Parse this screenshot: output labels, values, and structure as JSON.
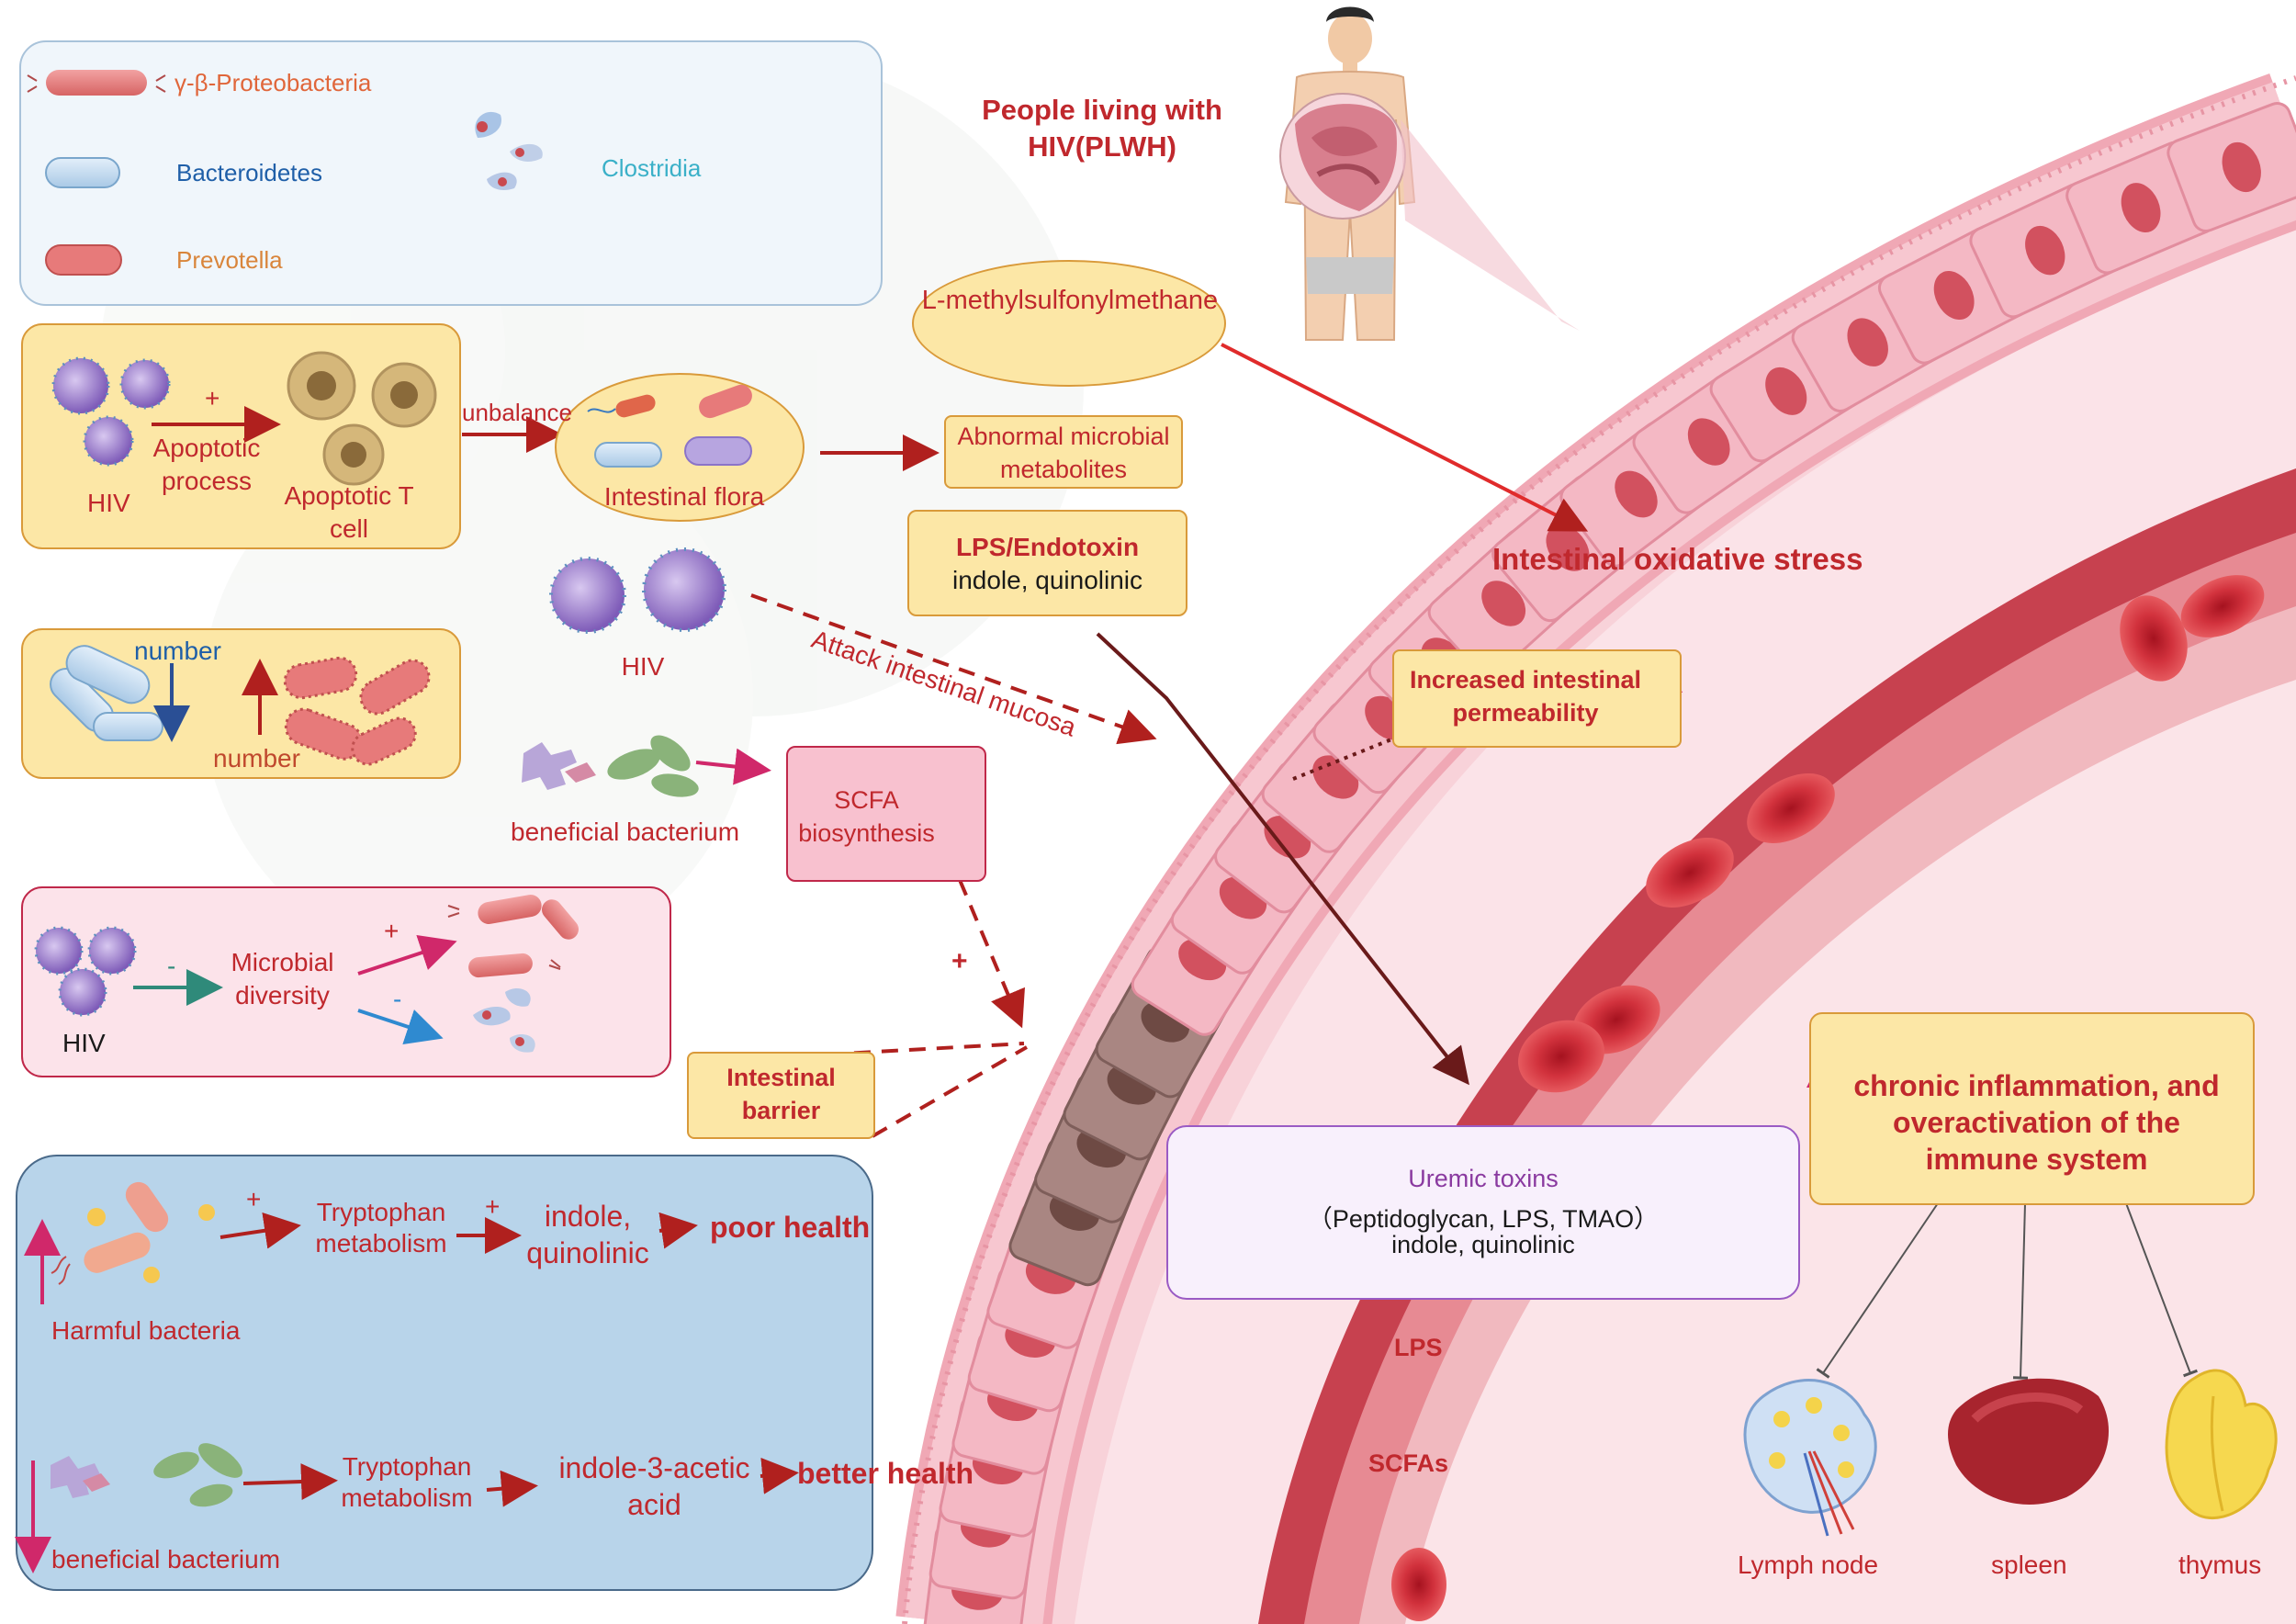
{
  "legend": {
    "items": [
      {
        "name": "γ-β-Proteobacteria",
        "color": "#e0663a"
      },
      {
        "name": "Bacteroidetes",
        "color": "#1f5fa8"
      },
      {
        "name": "Prevotella",
        "color": "#d9853b"
      },
      {
        "name": "Clostridia",
        "color": "#3ab0c8"
      }
    ]
  },
  "panel1": {
    "hiv": "HIV",
    "plus": "+",
    "process": "Apoptotic process",
    "tcell": "Apoptotic T cell",
    "unbalance": "unbalance",
    "flora": "Intestinal flora"
  },
  "panel2": {
    "number_down": "number",
    "number_up": "number"
  },
  "panel3": {
    "hiv": "HIV",
    "minus": "-",
    "diversity": "Microbial diversity",
    "plus": "+",
    "minus2": "-"
  },
  "panel4": {
    "plus1": "+",
    "trp1": "Tryptophan metabolism",
    "plus2": "+",
    "indole1": "indole, quinolinic",
    "poor": "poor health",
    "harmful": "Harmful bacteria",
    "trp2": "Tryptophan metabolism",
    "iaa": "indole-3-acetic acid",
    "better": "better health",
    "beneficial": "beneficial bacterium"
  },
  "center": {
    "plwh": "People living with HIV(PLWH)",
    "lmsm": "L-methylsulfonylmethane",
    "abnormal": "Abnormal microbial metabolites",
    "lps_title": "LPS/Endotoxin",
    "lps_sub": "indole,  quinolinic",
    "hiv": "HIV",
    "attack": "Attack intestinal mucosa",
    "beneficial": "beneficial bacterium",
    "scfa": "SCFA biosynthesis",
    "plus": "+",
    "barrier": "Intestinal barrier",
    "oxidative": "Intestinal oxidative stress",
    "permeability": "Increased intestinal permeability"
  },
  "right": {
    "uremic_title": "Uremic toxins",
    "uremic_line2": "（Peptidoglycan, LPS, TMAO）",
    "uremic_line3": "indole,  quinolinic",
    "lps": "LPS",
    "scfas": "SCFAs",
    "inflammation": "chronic inflammation, and overactivation of the immune system",
    "lymph": "Lymph node",
    "spleen": "spleen",
    "thymus": "thymus"
  },
  "colors": {
    "panel_yellow": "#fce7a6",
    "panel_yellow_border": "#d99a3a",
    "panel_pink": "#fce3ea",
    "panel_pink_border": "#c0284a",
    "panel_blue": "#b8d4ea",
    "panel_blue_border": "#4a6a8a",
    "arrow_red": "#b0201e",
    "arrow_magenta": "#d0286a",
    "vessel": "#c9424f",
    "tissue": "#f6c5cf"
  }
}
